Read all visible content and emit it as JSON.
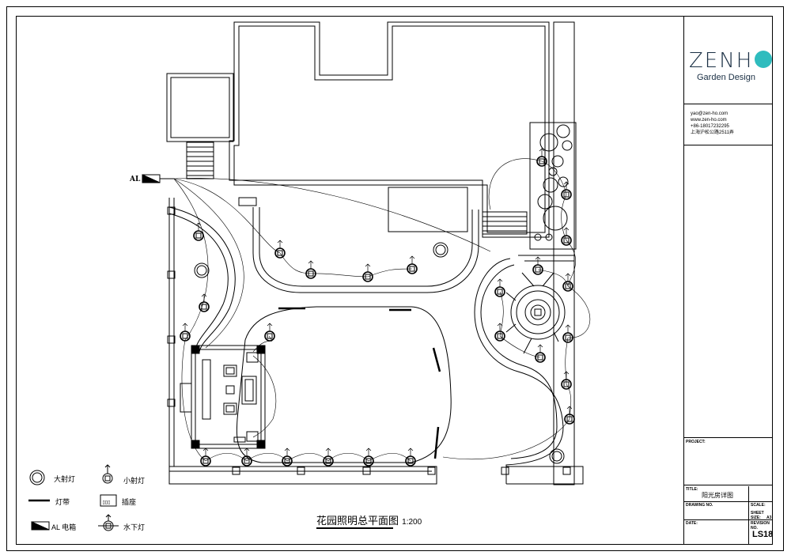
{
  "title_block": {
    "logo_text": "ZENH",
    "logo_sub": "Garden Design",
    "contact": [
      "yao@zen-ho.com",
      "www.zen-ho.com",
      "+86-18017232295",
      "上海沪松公路2511弄"
    ],
    "project_label": "PROJECT:",
    "title_label": "TITLE:",
    "title_value": "阳光房详图",
    "drawing_no_label": "DRAWING NO.",
    "scale_label": "SCALE:",
    "sheet_size_label": "SHEET SIZE:",
    "sheet_size_value": "A3",
    "date_label": "DATE:",
    "revision_label": "REVISION NO.",
    "sheet_code": "LS18"
  },
  "drawing": {
    "al_label": "AL",
    "title": "花园照明总平面图",
    "scale": "1:200"
  },
  "legend": {
    "big_light": "大射灯",
    "small_light": "小射灯",
    "strip": "灯带",
    "socket": "插座",
    "box": "AL 电箱",
    "underwater": "水下灯"
  },
  "colors": {
    "logo_dark": "#1a2f44",
    "logo_accent": "#2fbcbe",
    "line": "#000000"
  }
}
